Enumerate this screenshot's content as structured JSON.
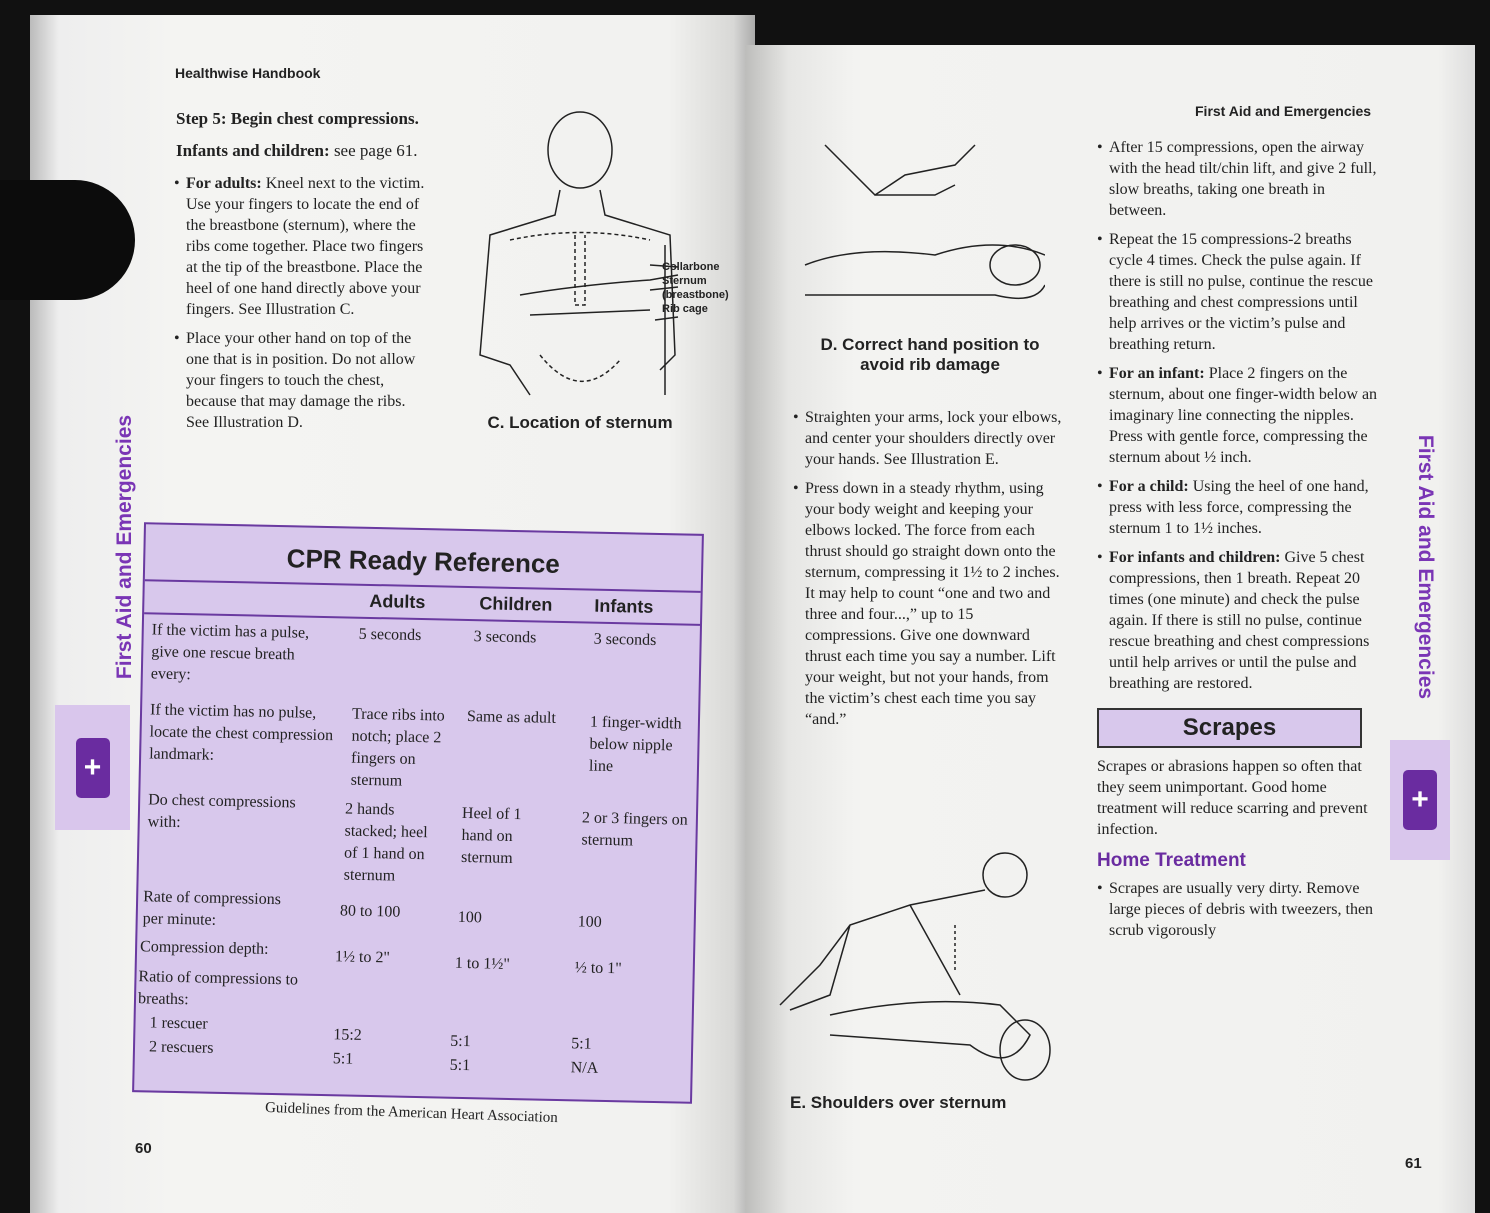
{
  "left_page": {
    "running_head": "Healthwise Handbook",
    "step_heading": "Step 5: Begin chest compressions.",
    "infants_note_label": "Infants and children:",
    "infants_note_text": " see page 61.",
    "bullets": [
      {
        "lead": "For adults:",
        "text": " Kneel next to the victim. Use your fingers to locate the end of the breastbone (sternum), where the ribs come together. Place two fingers at the tip of the breastbone. Place the heel of one hand directly above your fingers. See Illustration C."
      },
      {
        "lead": "",
        "text": "Place your other hand on top of the one that is in position. Do not allow your fingers to touch the chest, because that may damage the ribs. See Illustration D."
      }
    ],
    "illustration_labels": [
      "Collarbone",
      "Sternum",
      "(breastbone)",
      "Rib cage"
    ],
    "illustration_caption": "C. Location of sternum",
    "side_tab": "First Aid and Emergencies",
    "page_number": "60"
  },
  "cpr_table": {
    "title": "CPR Ready Reference",
    "columns": [
      "Adults",
      "Children",
      "Infants"
    ],
    "rows": [
      {
        "label": "If the victim has a pulse, give one rescue breath every:",
        "values": [
          "5 seconds",
          "3 seconds",
          "3 seconds"
        ]
      },
      {
        "label": "If the victim has no pulse, locate the chest compression landmark:",
        "values": [
          "Trace ribs into notch; place 2 fingers on sternum",
          "Same as adult",
          "1 finger-width below nipple line"
        ]
      },
      {
        "label": "Do chest compressions with:",
        "values": [
          "2 hands stacked; heel of 1 hand on sternum",
          "Heel of 1 hand on sternum",
          "2 or 3 fingers on sternum"
        ]
      },
      {
        "label": "Rate of compressions per minute:",
        "values": [
          "80 to 100",
          "100",
          "100"
        ]
      },
      {
        "label": "Compression depth:",
        "values": [
          "1½ to 2\"",
          "1 to 1½\"",
          "½ to 1\""
        ]
      },
      {
        "label": "Ratio of compressions to breaths:",
        "values": [
          "",
          "",
          ""
        ]
      },
      {
        "label": "1 rescuer",
        "values": [
          "15:2",
          "5:1",
          "5:1"
        ]
      },
      {
        "label": "2 rescuers",
        "values": [
          "5:1",
          "5:1",
          "N/A"
        ]
      }
    ],
    "footer": "Guidelines from the American Heart Association"
  },
  "right_page": {
    "running_head": "First Aid and Emergencies",
    "caption_d": "D. Correct hand position to avoid rib damage",
    "caption_e": "E. Shoulders over sternum",
    "middle_bullets": [
      "Straighten your arms, lock your elbows, and center your shoulders directly over your hands. See Illustration E.",
      "Press down in a steady rhythm, using your body weight and keeping your elbows locked. The force from each thrust should go straight down onto the sternum, compressing it 1½ to 2 inches. It may help to count “one and two and three and four...,” up to 15 compressions. Give one downward thrust each time you say a number. Lift your weight, but not your hands, from the victim’s chest each time you say “and.”"
    ],
    "right_bullets": [
      {
        "lead": "",
        "text": "After 15 compressions, open the airway with the head tilt/chin lift, and give 2 full, slow breaths, taking one breath in between."
      },
      {
        "lead": "",
        "text": "Repeat the 15 compressions-2 breaths cycle 4 times. Check the pulse again. If there is still no pulse, continue the rescue breathing and chest compressions until help arrives or the victim’s pulse and breathing return."
      },
      {
        "lead": "For an infant:",
        "text": " Place 2 fingers on the sternum, about one finger-width below an imaginary line connecting the nipples. Press with gentle force, compressing the sternum about ½ inch."
      },
      {
        "lead": "For a child:",
        "text": " Using the heel of one hand, press with less force, compressing the sternum 1 to 1½ inches."
      },
      {
        "lead": "For infants and children:",
        "text": " Give 5 chest compressions, then 1 breath. Repeat 20 times (one minute) and check the pulse again. If there is still no pulse, continue rescue breathing and chest compressions until help arrives or until the pulse and breathing are restored."
      }
    ],
    "scrapes_heading": "Scrapes",
    "scrapes_intro": "Scrapes or abrasions happen so often that they seem unimportant. Good home treatment will reduce scarring and prevent infection.",
    "home_treatment_heading": "Home Treatment",
    "home_treatment_bullet": "Scrapes are usually very dirty. Remove large pieces of debris with tweezers, then scrub vigorously",
    "side_tab": "First Aid and Emergencies",
    "page_number": "61"
  },
  "colors": {
    "accent_purple": "#7a35b5",
    "table_fill": "#d8c8ec",
    "tab_fill": "#d9c6ec"
  }
}
